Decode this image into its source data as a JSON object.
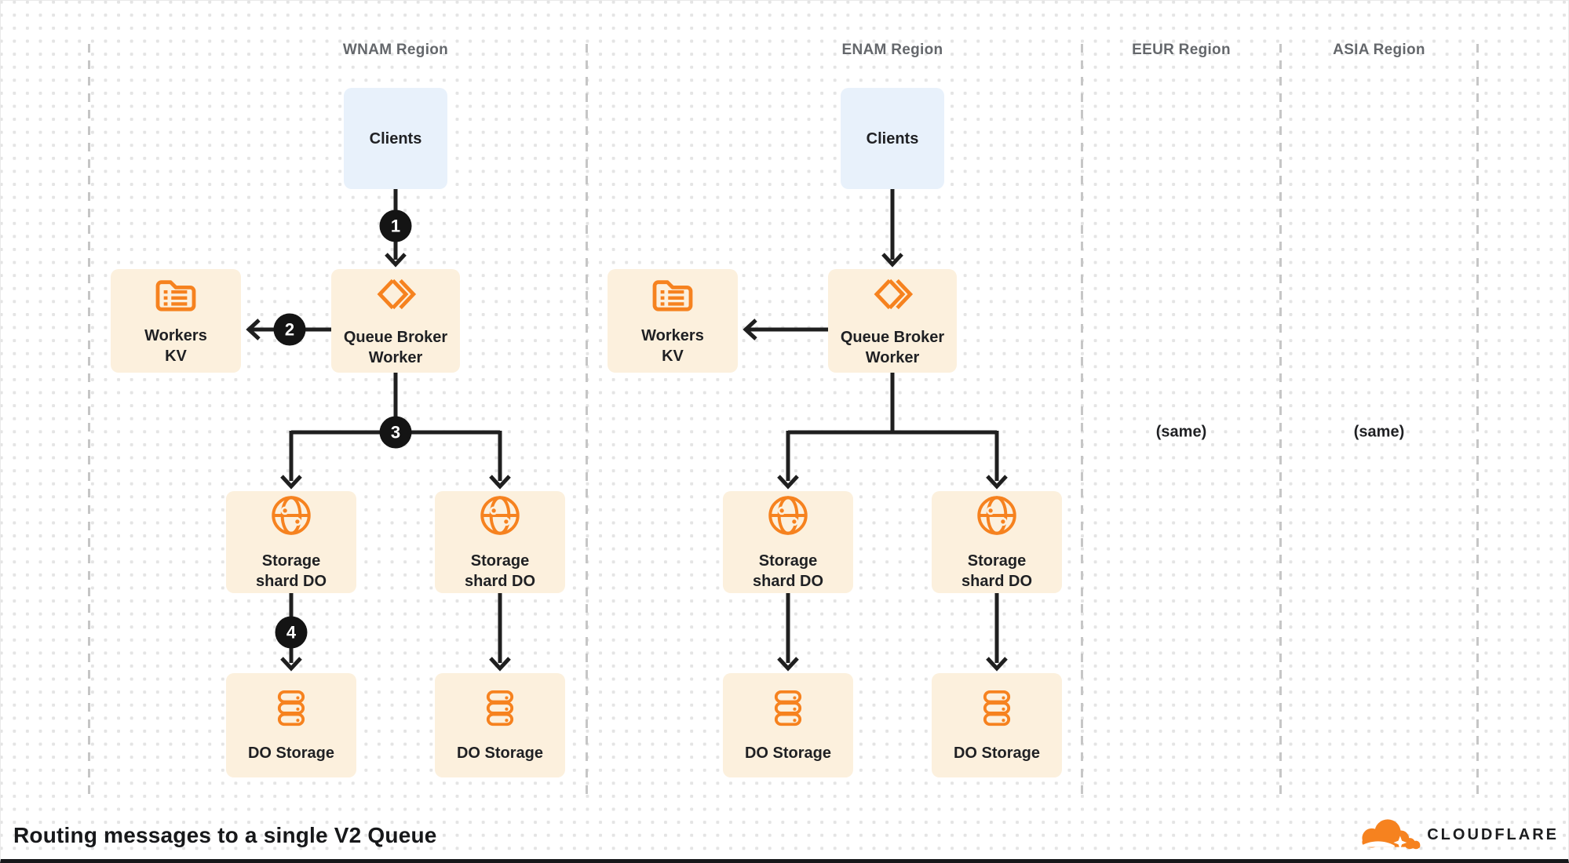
{
  "diagram_title": "Routing messages to a single V2 Queue",
  "regions": [
    {
      "id": "wnam",
      "label": "WNAM Region"
    },
    {
      "id": "enam",
      "label": "ENAM Region"
    },
    {
      "id": "eeur",
      "label": "EEUR Region",
      "content": "(same)"
    },
    {
      "id": "asia",
      "label": "ASIA Region",
      "content": "(same)"
    }
  ],
  "same_label": "(same)",
  "nodes": {
    "clients": "Clients",
    "workers_kv": "Workers\nKV",
    "queue_broker": "Queue Broker\nWorker",
    "storage_shard": "Storage\nshard DO",
    "do_storage": "DO Storage"
  },
  "steps": {
    "s1": "1",
    "s2": "2",
    "s3": "3",
    "s4": "4"
  },
  "icons": {
    "workers_kv": "kv-folder-icon",
    "queue_broker": "queues-icon",
    "storage_shard": "durable-object-globe-icon",
    "do_storage": "storage-database-icon"
  },
  "footer": {
    "brand": "CLOUDFLARE"
  },
  "colors": {
    "accent_orange": "#f6821f",
    "node_cream_bg": "#fcf0dd",
    "clients_blue_bg": "#e8f1fb",
    "arrow_black": "#1f1f1f",
    "badge_black": "#141414",
    "region_label_gray": "#64676b",
    "divider_gray": "#c6c6c6",
    "dot_grid_gray": "#e4e4e4"
  }
}
